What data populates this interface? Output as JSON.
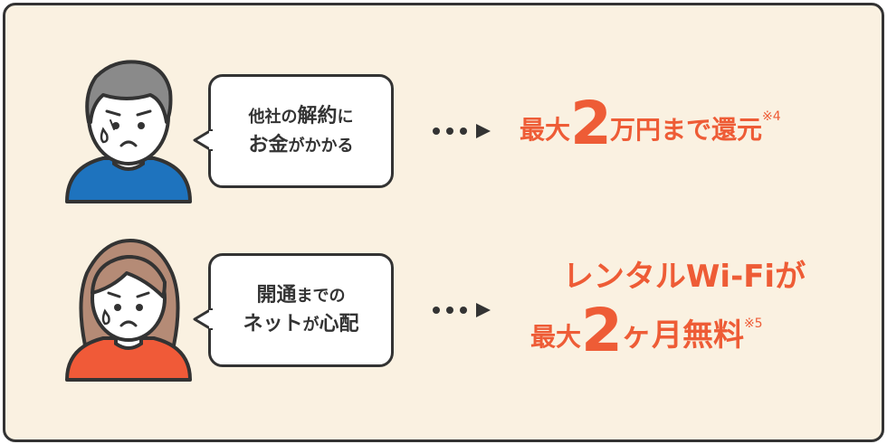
{
  "colors": {
    "accent": "#ee5c36",
    "background": "#faf1e1",
    "border": "#333333",
    "shirt_blue": "#1e73be",
    "shirt_orange": "#f05a38"
  },
  "rows": [
    {
      "avatar_icon": "worried-man-icon",
      "bubble": {
        "line1_a": "他社の",
        "line1_b": "解約",
        "line1_c": "に",
        "line2_a": "お金",
        "line2_b": "がかかる"
      },
      "offer": {
        "pre": "最大",
        "big": "2",
        "post": "万円まで還元",
        "note": "※4"
      }
    },
    {
      "avatar_icon": "worried-woman-icon",
      "bubble": {
        "line1_a": "開通",
        "line1_b": "までの",
        "line2_a": "ネット",
        "line2_b": "が",
        "line2_c": "心配"
      },
      "offer": {
        "line1": "レンタルWi-Fiが",
        "pre": "最大",
        "big": "2",
        "post": "ヶ月無料",
        "note": "※5"
      }
    }
  ]
}
